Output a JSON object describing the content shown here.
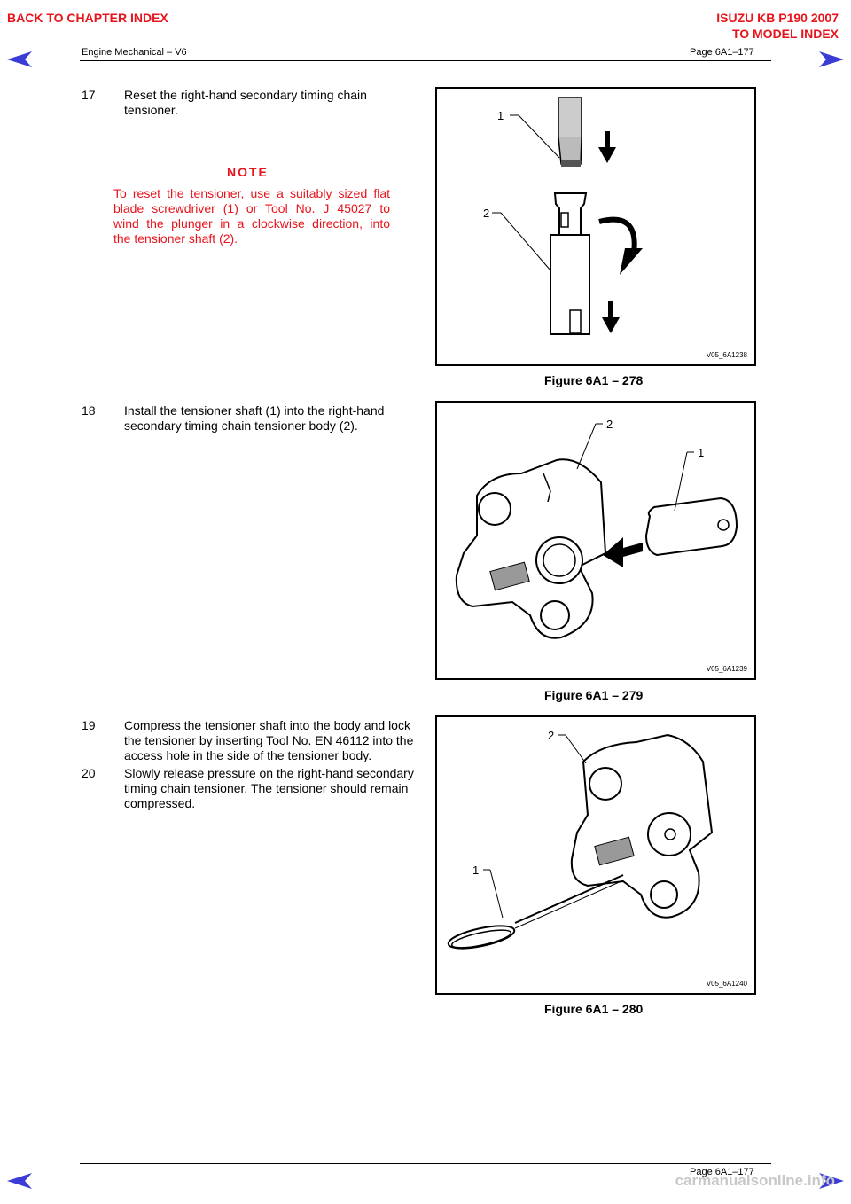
{
  "header": {
    "back_chapter": "BACK TO CHAPTER INDEX",
    "model_title": "ISUZU KB P190 2007",
    "to_model": "TO MODEL INDEX",
    "section": "Engine Mechanical – V6",
    "page": "Page 6A1–177"
  },
  "footer": {
    "page": "Page 6A1–177",
    "watermark": "carmanualsonline.info"
  },
  "steps": [
    {
      "num": "17",
      "lines": [
        "Reset the right-hand secondary timing chain",
        "tensioner."
      ]
    },
    {
      "num": "18",
      "lines": [
        "Install the tensioner shaft (1) into the right-hand",
        "secondary timing chain tensioner body (2)."
      ]
    },
    {
      "num": "19",
      "lines": [
        "Compress the tensioner shaft into the body and lock",
        "the tensioner by inserting Tool No. EN 46112 into the",
        "access hole in the side of the tensioner body."
      ]
    },
    {
      "num": "20",
      "lines": [
        "Slowly release pressure on the right-hand secondary",
        "timing chain tensioner. The tensioner should remain",
        "compressed."
      ]
    }
  ],
  "note": {
    "title": "NOTE",
    "lines": [
      "To reset the tensioner, use a suitably sized flat",
      "blade screwdriver (1) or Tool No. J 45027 to",
      "wind the plunger in a clockwise direction, into",
      "the tensioner shaft (2)."
    ]
  },
  "figures": [
    {
      "code": "V05_6A1238",
      "caption": "Figure 6A1 – 278",
      "callouts": [
        "1",
        "2"
      ]
    },
    {
      "code": "V05_6A1239",
      "caption": "Figure 6A1 – 279",
      "callouts": [
        "2",
        "1"
      ]
    },
    {
      "code": "V05_6A1240",
      "caption": "Figure 6A1 – 280",
      "callouts": [
        "2",
        "1"
      ]
    }
  ],
  "colors": {
    "accent_red": "#e8141c",
    "nav_arrow": "#3b3bd6"
  },
  "icons": [
    "arrow-left-icon",
    "arrow-right-icon"
  ]
}
